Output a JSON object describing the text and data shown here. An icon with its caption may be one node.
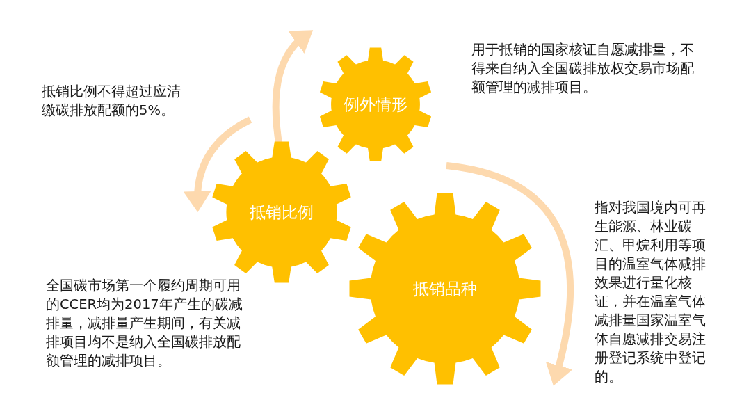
{
  "diagram": {
    "nodes": [
      {
        "text": [
          "例外情形"
        ]
      },
      {
        "text": [
          "抵销比例"
        ]
      },
      {
        "text": [
          "抵销品种"
        ]
      }
    ],
    "labels": [
      "用于抵销的国家核证自愿减排量，不得来自纳入全国碳排放权交易市场配额管理的减排项目。",
      "抵销比例不得超过应清缴碳排放配额的5%。",
      "指对我国境内可再生能源、林业碳汇、甲烷利用等项目的温室气体减排效果进行量化核证，并在温室气体减排量国家温室气体自愿减排交易注册登记系统中登记的。",
      "全国碳市场第一个履约周期可用的CCER均为2017年产生的碳减排量，减排量产生期间，有关减排项目均不是纳入全国碳排放配额管理的减排项目。"
    ]
  }
}
